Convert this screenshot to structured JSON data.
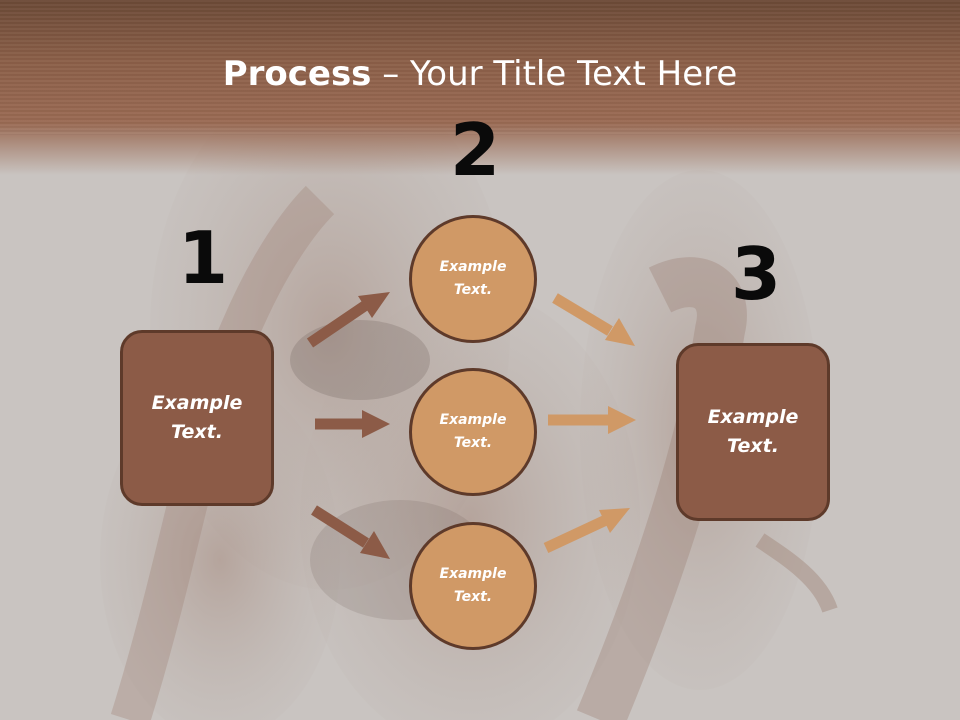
{
  "slide": {
    "title_bold": "Process",
    "title_rest": " – Your Title Text Here",
    "colors": {
      "header": "#8b5f48",
      "box_fill": "#8c5b47",
      "circle_fill": "#d09966",
      "outline": "#5e3a2a",
      "arrow_dark": "#8c5b47",
      "arrow_light": "#d09966"
    }
  },
  "steps": {
    "one": {
      "number": "1",
      "line1": "Example",
      "line2": "Text."
    },
    "two": {
      "number": "2",
      "circles": [
        {
          "line1": "Example",
          "line2": "Text."
        },
        {
          "line1": "Example",
          "line2": "Text."
        },
        {
          "line1": "Example",
          "line2": "Text."
        }
      ]
    },
    "three": {
      "number": "3",
      "line1": "Example",
      "line2": "Text."
    }
  },
  "icons": [
    "arrow-icon"
  ]
}
